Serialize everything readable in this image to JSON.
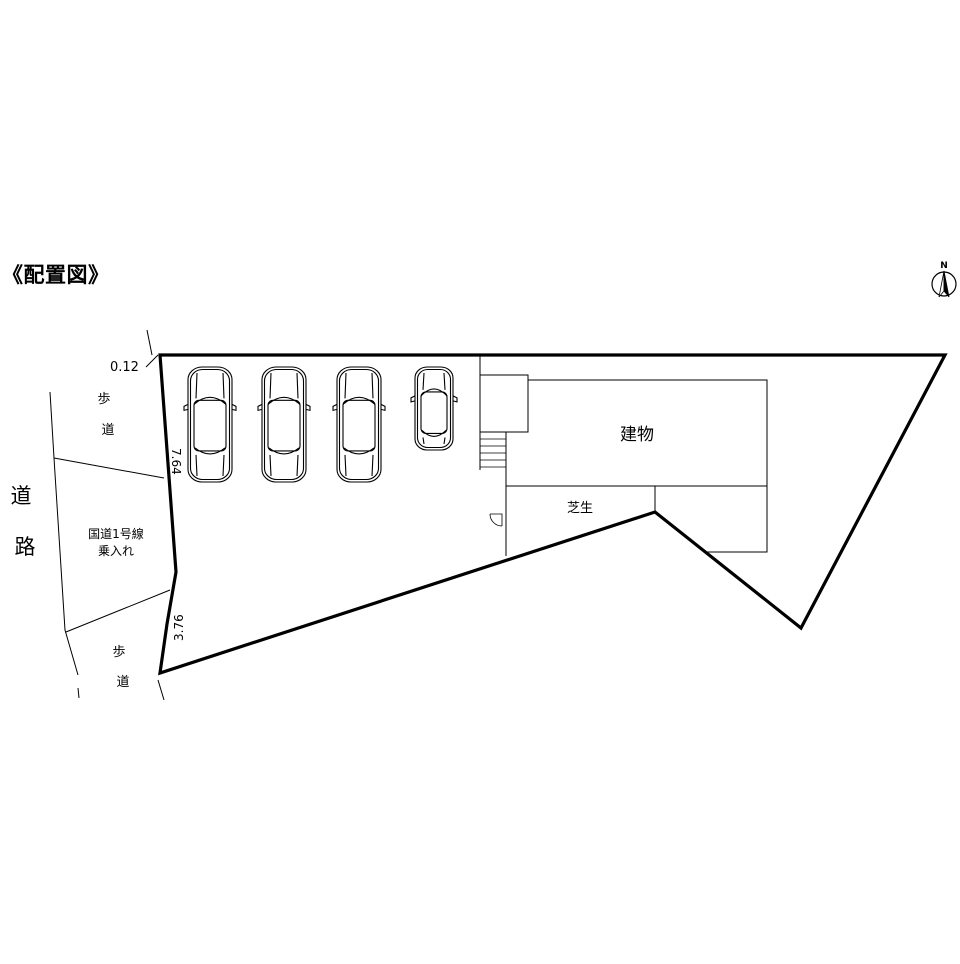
{
  "title": "《配置図》",
  "compass": {
    "label": "N",
    "icon": "north-arrow-icon"
  },
  "road": {
    "label": "道路"
  },
  "sidewalk_top": {
    "label": "歩道"
  },
  "sidewalk_bottom": {
    "label": "歩道"
  },
  "entrance": {
    "line1": "国道1号線",
    "line2": "乗入れ"
  },
  "dimensions": {
    "corner": "0.12",
    "frontage_upper": "7.64",
    "frontage_lower": "3.76"
  },
  "building": {
    "label": "建物"
  },
  "lawn": {
    "label": "芝生"
  },
  "parking": {
    "cars": [
      {
        "name": "car-1",
        "icon": "sedan-icon"
      },
      {
        "name": "car-2",
        "icon": "sedan-icon"
      },
      {
        "name": "car-3",
        "icon": "sedan-icon"
      },
      {
        "name": "car-4",
        "icon": "compact-car-icon"
      }
    ]
  }
}
